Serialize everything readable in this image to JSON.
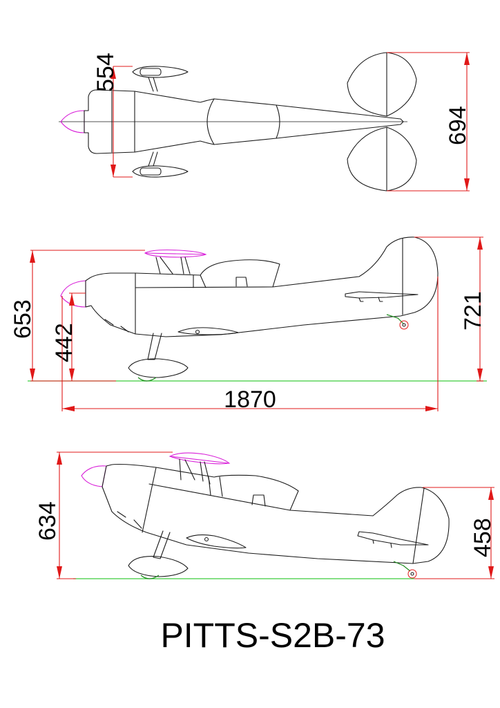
{
  "drawing": {
    "title": "PITTS-S2B-73",
    "top_view": {
      "dim_wingspan_stub": "554",
      "dim_tail_span": "694"
    },
    "side_view": {
      "dim_height_total": "653",
      "dim_height_nose": "442",
      "dim_height_tail": "721",
      "dim_length": "1870"
    },
    "rear_side_view": {
      "dim_height_front": "634",
      "dim_height_tail": "458"
    }
  }
}
